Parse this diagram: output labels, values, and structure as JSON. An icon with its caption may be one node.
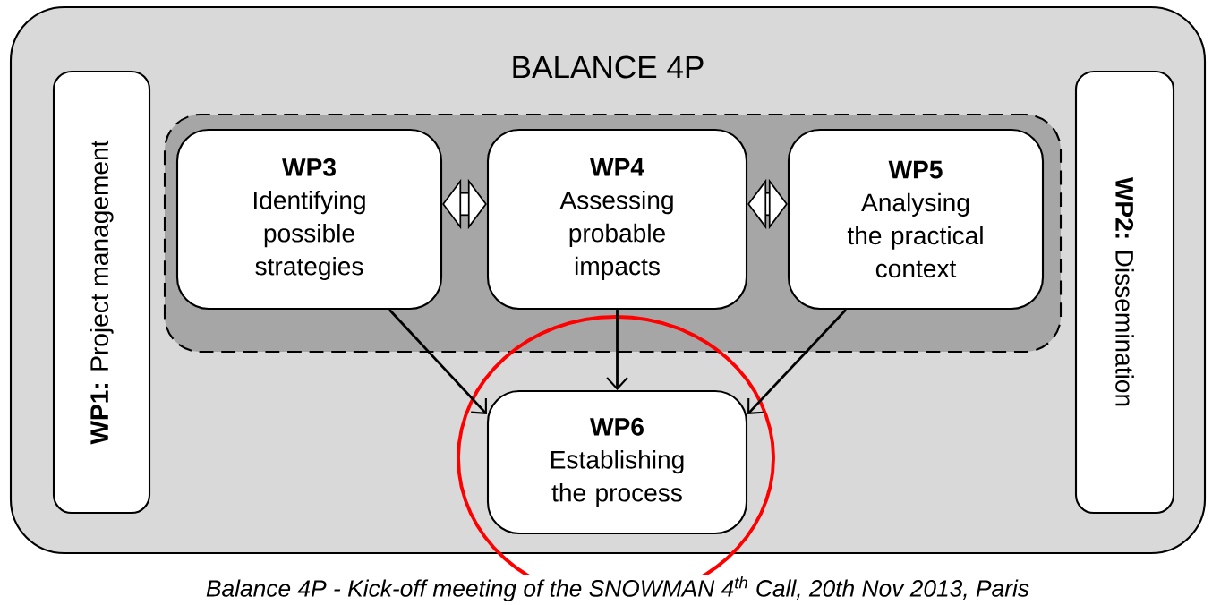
{
  "diagram": {
    "nodes": [
      {
        "text": [
          "BALANCE 4P"
        ]
      },
      {
        "text": [
          "**WP1:** Project management"
        ],
        "in": 0
      },
      {
        "text": [],
        "shape": "box",
        "in": 0
      },
      {
        "text": [
          "WP3",
          "Identifying possible strategies"
        ],
        "in": 2
      },
      {
        "text": [
          "WP4",
          "Assessing probable impacts"
        ],
        "in": 2
      },
      {
        "text": [
          "WP5",
          "Analysing the practical context"
        ],
        "in": 2
      },
      {
        "text": [
          "WP6",
          "Establishing the process"
        ],
        "in": 0
      },
      {
        "text": [
          "**WP2:** Dissemination"
        ],
        "in": 0
      }
    ],
    "edges": [
      {
        "from": 3,
        "to": 4,
        "arrow": "both",
        "style": "thick"
      },
      {
        "from": 4,
        "to": 5,
        "arrow": "both",
        "style": "thick"
      },
      {
        "from": 3,
        "to": 6,
        "arrow": "to"
      },
      {
        "from": 4,
        "to": 6,
        "arrow": "to"
      },
      {
        "from": 5,
        "to": 6,
        "arrow": "to"
      }
    ],
    "caption": "Balance 4P - Kick-off meeting of the SNOWMAN 4$^{th}$ Call, 20th Nov 2013, Paris"
  }
}
